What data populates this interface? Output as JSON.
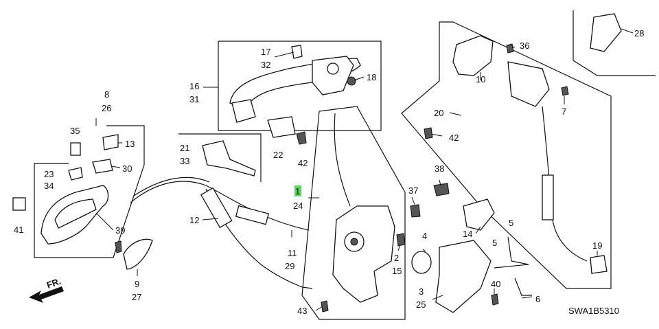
{
  "diagram": {
    "code": "SWA1B5310",
    "front_marker": "FR.",
    "highlight_color": "#5fd35f",
    "callouts": {
      "c1": "1",
      "c2": "2",
      "c3": "3",
      "c5a": "5",
      "c5b": "5",
      "c6": "6",
      "c7": "7",
      "c8": "8",
      "c9": "9",
      "c10": "10",
      "c11": "11",
      "c12": "12",
      "c13": "13",
      "c14": "14",
      "c15": "15",
      "c16": "16",
      "c17": "17",
      "c18": "18",
      "c19": "19",
      "c20": "20",
      "c21": "21",
      "c22": "22",
      "c23": "23",
      "c24": "24",
      "c25": "25",
      "c26": "26",
      "c27": "27",
      "c28": "28",
      "c29": "29",
      "c30": "30",
      "c31": "31",
      "c32": "32",
      "c33": "33",
      "c34": "34",
      "c35": "35",
      "c36": "36",
      "c37": "37",
      "c38": "38",
      "c39": "39",
      "c40": "40",
      "c41": "41",
      "c42a": "42",
      "c42b": "42",
      "c43": "43",
      "c4": "4"
    }
  }
}
